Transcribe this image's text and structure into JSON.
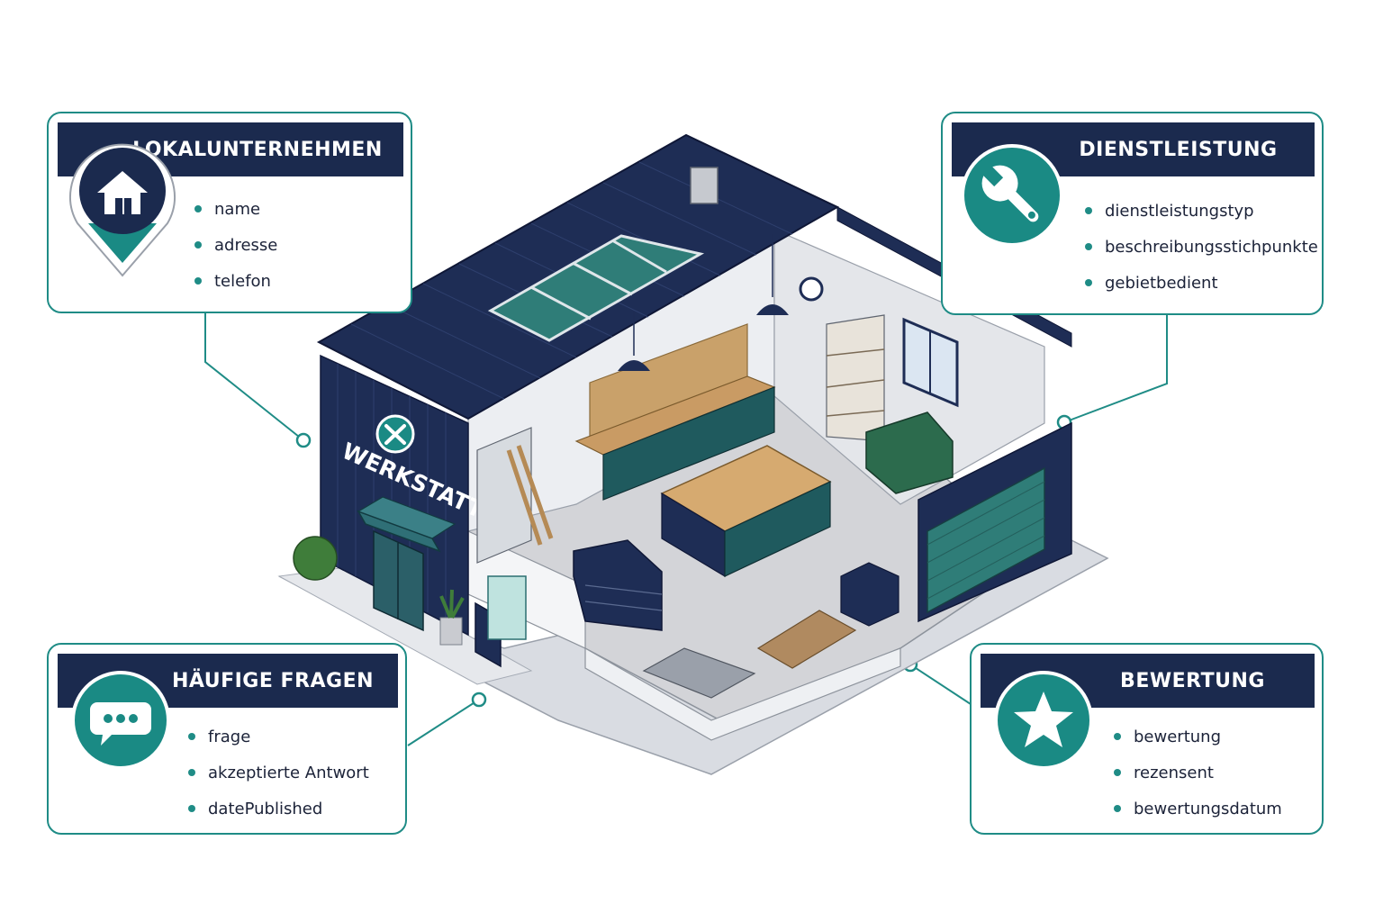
{
  "colors": {
    "accent": "#1f8c86",
    "navy": "#1b2a4e",
    "teal_icon": "#1a8a84"
  },
  "building": {
    "sign_text": "WERKSTATT"
  },
  "cards": {
    "lokalunternehmen": {
      "title": "LOKALUNTERNEHMEN",
      "icon": "house-location-pin-icon",
      "items": [
        "name",
        "adresse",
        "telefon"
      ]
    },
    "dienstleistung": {
      "title": "DIENSTLEISTUNG",
      "icon": "wrench-icon",
      "items": [
        "dienstleistungstyp",
        "beschreibungsstichpunkte",
        "gebietbedient"
      ]
    },
    "haeufige_fragen": {
      "title": "HÄUFIGE FRAGEN",
      "icon": "speech-bubble-icon",
      "items": [
        "frage",
        "akzeptierte Antwort",
        "datePublished"
      ]
    },
    "bewertung": {
      "title": "BEWERTUNG",
      "icon": "star-icon",
      "items": [
        "bewertung",
        "rezensent",
        "bewertungsdatum"
      ]
    }
  }
}
